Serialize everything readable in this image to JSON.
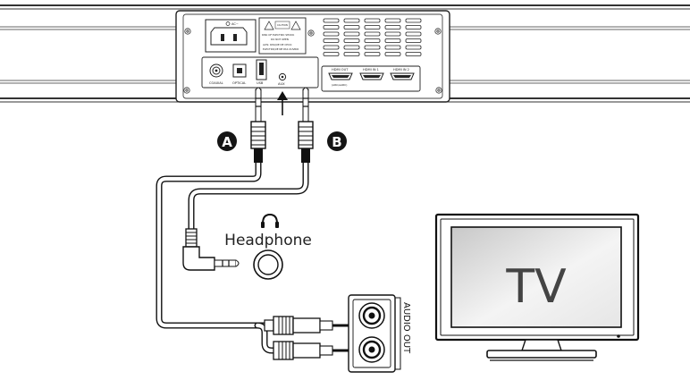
{
  "soundbar": {
    "power_label": "AC~",
    "warning_text": [
      "CAUTION",
      "RISK OF ELECTRIC SHOCK",
      "DO NOT OPEN",
      "AVIS: RISQUE DE CHOC",
      "ELECTRIQUE NE PAS OUVRIR"
    ],
    "ports": {
      "coaxial": "COAXIAL",
      "optical": "OPTICAL",
      "usb": "USB",
      "aux": "AUX",
      "hdmi_out": "HDMI OUT",
      "hdmi_out_sub": "(ARC/eARC)",
      "hdmi_in_1": "HDMI IN 1",
      "hdmi_in_2": "HDMI IN 2"
    }
  },
  "callouts": {
    "a": "A",
    "b": "B"
  },
  "headphone": {
    "label": "Headphone",
    "icon": "headphone-icon"
  },
  "audio_out": {
    "label": "AUDIO OUT"
  },
  "tv": {
    "label": "TV"
  },
  "colors": {
    "line": "#1a1a1a",
    "cable_fill": "#ffffff",
    "screen_tint": "#dcdcdc"
  }
}
